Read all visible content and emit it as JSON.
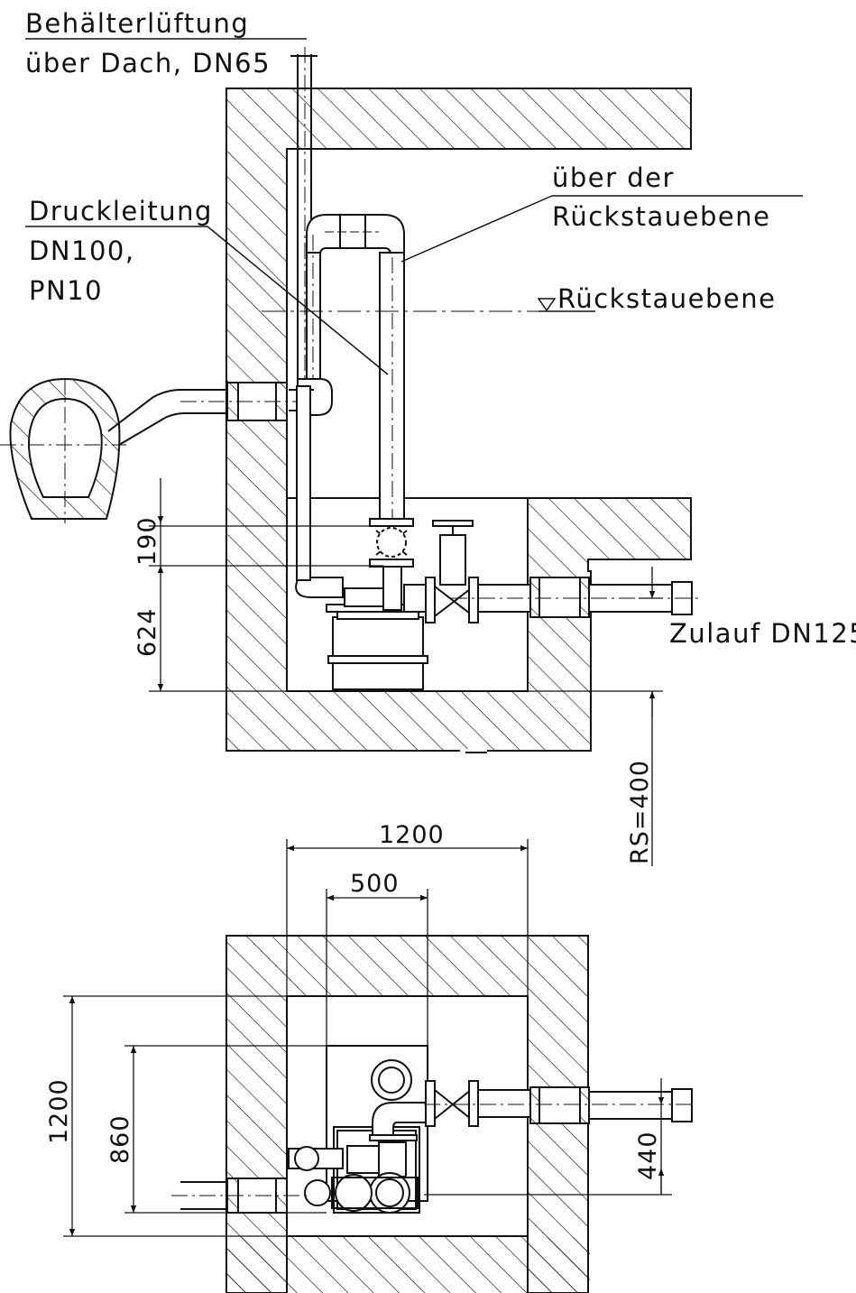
{
  "labels": {
    "vent_line1": "Behälterlüftung",
    "vent_line2": "über Dach, DN65",
    "pressure_line1": "Druckleitung",
    "pressure_line2": "DN100,",
    "pressure_line3": "PN10",
    "above_line1": "über der",
    "above_line2": "Rückstauebene",
    "backflow_level": "Rückstauebene",
    "inlet": "Zulauf DN125"
  },
  "dimensions": {
    "d190": "190",
    "d624": "624",
    "rs": "RS=400",
    "d1200_top": "1200",
    "d500": "500",
    "d1200_left": "1200",
    "d860": "860",
    "d440": "440"
  },
  "colors": {
    "line": "#111111",
    "background": "#ffffff"
  }
}
